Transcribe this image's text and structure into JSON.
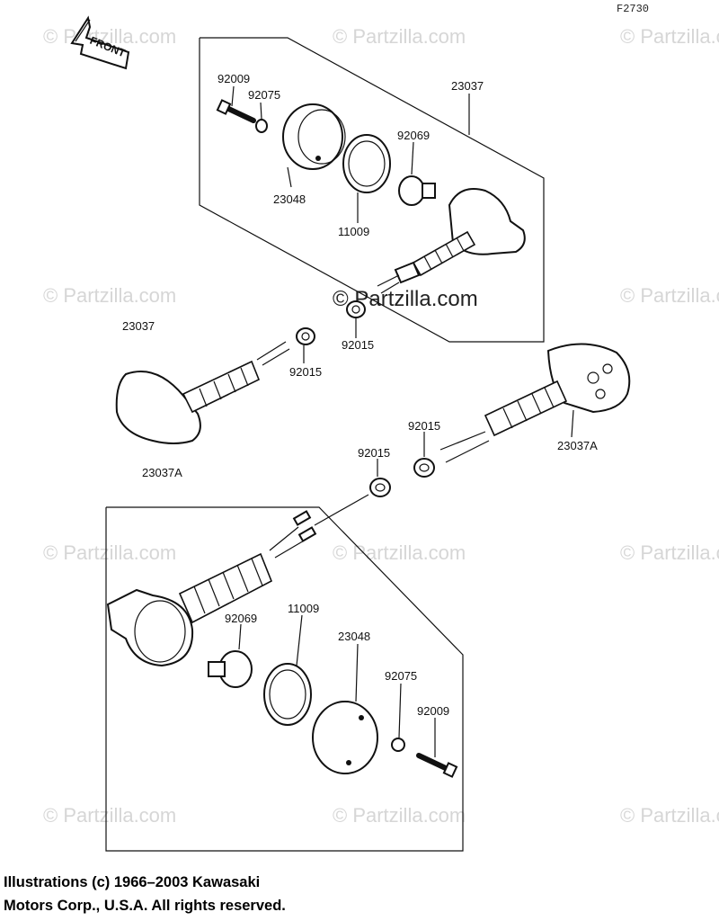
{
  "figure_id": "F2730",
  "front_label": "FRONT",
  "watermark": "© Partzilla.com",
  "copyright": {
    "line1": "Illustrations (c) 1966–2003 Kawasaki",
    "line2": "Motors Corp., U.S.A.  All rights reserved."
  },
  "part_labels": {
    "top_92009": "92009",
    "top_92075": "92075",
    "top_23037": "23037",
    "top_92069": "92069",
    "top_23048": "23048",
    "top_11009": "11009",
    "mid_92015_a": "92015",
    "left_23037": "23037",
    "left_92015": "92015",
    "right_92015": "92015",
    "right_23037A": "23037A",
    "center_92015": "92015",
    "bottom_23037A": "23037A",
    "bottom_92069": "92069",
    "bottom_11009": "11009",
    "bottom_23048": "23048",
    "bottom_92075": "92075",
    "bottom_92009": "92009"
  }
}
